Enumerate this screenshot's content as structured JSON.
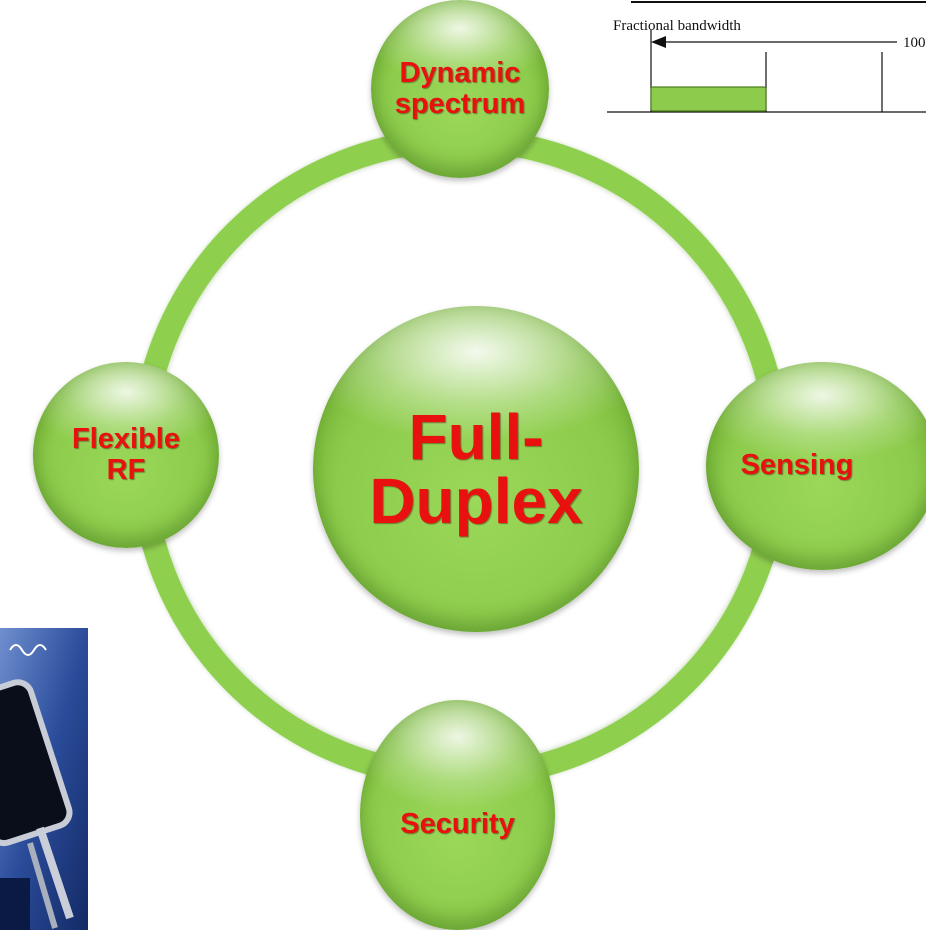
{
  "diagram": {
    "center": {
      "label": "Full-\nDuplex"
    },
    "nodes": {
      "top": {
        "label": "Dynamic\nspectrum"
      },
      "left": {
        "label": "Flexible\nRF"
      },
      "right": {
        "label": "Sensing"
      },
      "bottom": {
        "label": "Security"
      }
    }
  },
  "bandwidth_inset": {
    "label": "Fractional bandwidth",
    "percent_label": "100"
  },
  "colors": {
    "sphere_green": "#8ccb4b",
    "label_red": "#e8110f",
    "photo_blue": "#2a4c9a"
  }
}
